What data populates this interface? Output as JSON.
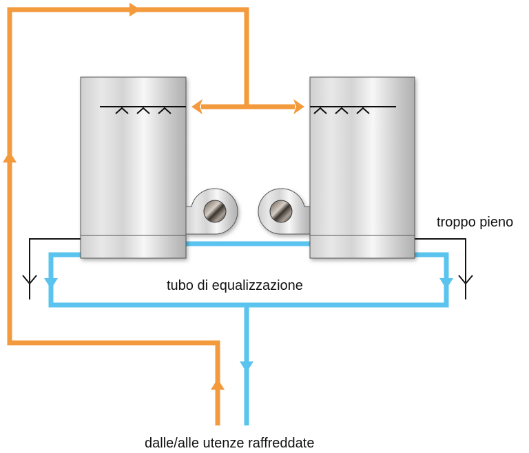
{
  "labels": {
    "overflow": "troppo pieno",
    "equalization_pipe": "tubo di equalizzazione",
    "users": "dalle/alle utenze raffreddate"
  },
  "colors": {
    "hot_pipe": "#f39a3c",
    "cold_pipe": "#5bc4ee",
    "line": "#111111"
  }
}
